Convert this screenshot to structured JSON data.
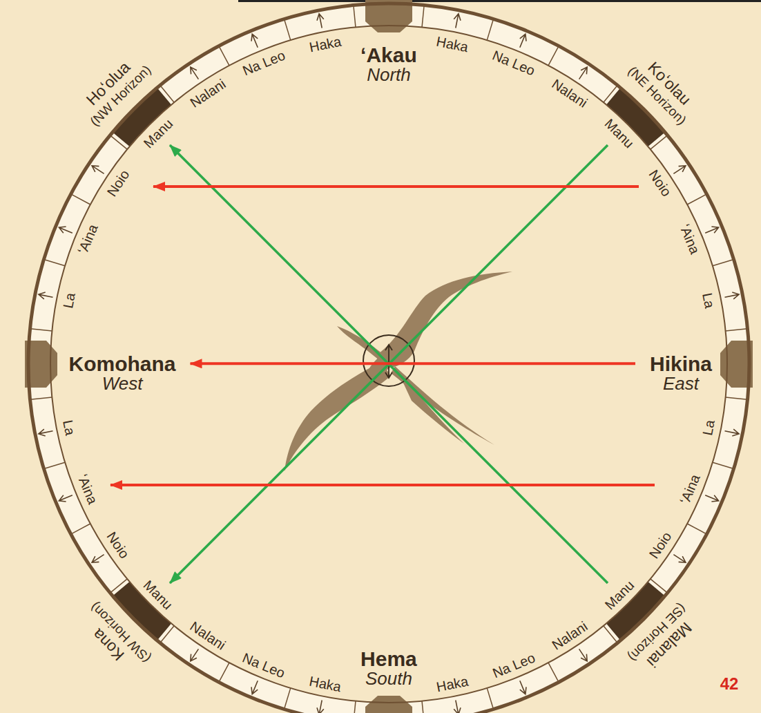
{
  "diagram": {
    "nodes": [
      {
        "text": [
          "ʻAkau",
          "North"
        ]
      },
      {
        "text": [
          "Komohana",
          "West"
        ]
      },
      {
        "text": [
          "Hikina",
          "East"
        ]
      },
      {
        "text": [
          "Hema",
          "South"
        ]
      }
    ],
    "edges": [
      {
        "from": 2,
        "to": 1,
        "arrow": "to"
      }
    ],
    "labels": [
      "Hoʻolua",
      "(NW Horizon)",
      "Koʻolau",
      "(NE Horizon)",
      "Kona",
      "(SW Horizon)",
      "Malanai",
      "(SE Horizon)",
      "Haka",
      "Na Leo",
      "Nalani",
      "Manu",
      "Noio",
      "ʻAina",
      "La",
      "La",
      "ʻAina",
      "Noio",
      "Manu",
      "Nalani",
      "Na Leo",
      "Haka",
      "Haka",
      "Na Leo",
      "Nalani",
      "Manu",
      "Noio",
      "ʻAina",
      "La",
      "La",
      "ʻAina",
      "Noio",
      "Manu",
      "Nalani",
      "Na Leo",
      "Haka",
      "42"
    ]
  }
}
